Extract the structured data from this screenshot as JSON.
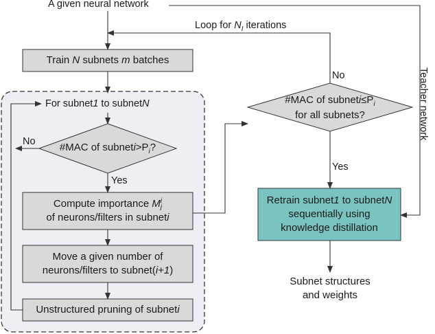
{
  "title": "A given neural network",
  "loop_label": {
    "prefix": "Loop for ",
    "var": "N",
    "sub": "I",
    "suffix": " iterations"
  },
  "teacher_label": "Teacher network",
  "train_box": {
    "p1": "Train ",
    "n": "N",
    "p2": " subnets ",
    "m": "m",
    "p3": " batches"
  },
  "for_label": {
    "p1": "For subnet",
    "one": "1",
    "p2": " to subnet",
    "n": "N"
  },
  "mac_diamond": {
    "text": "#MAC of subnet",
    "i": "i",
    "gt": ">P",
    "sub": "i",
    "q": "?"
  },
  "no_left": "No",
  "yes_mid": "Yes",
  "compute_box": {
    "line1": "Compute importance ",
    "M": "M",
    "sub": "j",
    "sup": "i",
    "line2": "of neurons/filters in subnet",
    "i": "i"
  },
  "move_box": {
    "line1": "Move a given number of",
    "line2": "neurons/filters to subnet(",
    "i1": "i+1",
    "close": ")"
  },
  "prune_box": {
    "text": "Unstructured pruning of subnet",
    "i": "i"
  },
  "all_diamond": {
    "line1a": "#MAC of subnet",
    "i": "i",
    "le": "≤P",
    "sub": "i",
    "line2": "for all subnets?"
  },
  "no_top": "No",
  "yes_right": "Yes",
  "retrain_box": {
    "p1": "Retrain subnet",
    "one": "1",
    "p2": " to subnet",
    "n": "N",
    "line2": "sequentially using",
    "line3": "knowledge distillation"
  },
  "output": {
    "line1": "Subnet structures",
    "line2": "and weights"
  },
  "colors": {
    "gray_box": "#d9d9d9",
    "teal_box": "#79c3c0",
    "group_bg": "#eeeef4",
    "stroke": "#333333"
  }
}
